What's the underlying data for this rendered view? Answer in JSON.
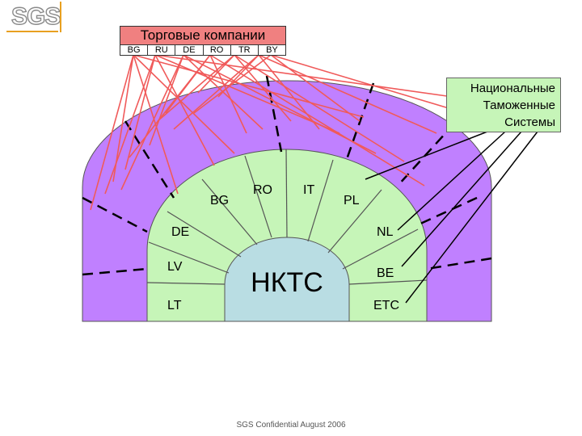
{
  "logo": {
    "text": "SGS"
  },
  "trading": {
    "title": "Торговые компании",
    "countries": [
      "BG",
      "RU",
      "DE",
      "RO",
      "TR",
      "BY"
    ]
  },
  "customs": {
    "line1": "Национальные",
    "line2": "Таможенные",
    "line3": "Системы"
  },
  "center": {
    "label": "НКТС"
  },
  "segments": [
    "LT",
    "LV",
    "DE",
    "BG",
    "RO",
    "IT",
    "PL",
    "NL",
    "BE",
    "ETC"
  ],
  "colors": {
    "outer_ring": "#c080ff",
    "inner_ring": "#c6f5b8",
    "center": "#b9dde3",
    "trading_box": "#f08080",
    "connector_lines": "#f05a5a"
  },
  "footer": "SGS Confidential August 2006"
}
